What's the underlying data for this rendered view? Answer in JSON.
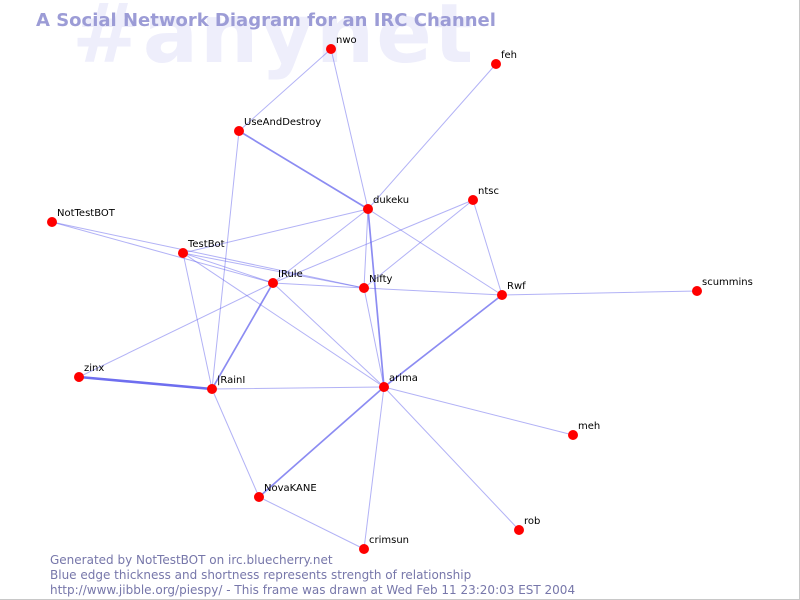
{
  "watermark": "#anynet",
  "title": "A Social Network Diagram for an IRC Channel",
  "footer": {
    "line1": "Generated by NotTestBOT on irc.bluecherry.net",
    "line2": "Blue edge thickness and shortness represents strength of relationship",
    "line3": "http://www.jibble.org/piespy/ - This frame was drawn at Wed Feb 11 23:20:03 EST 2004"
  },
  "colors": {
    "node": "#ff0000",
    "edge": "#6666ee",
    "title": "#9c9cd6",
    "watermark": "#eeeefb",
    "footer": "#7777aa"
  },
  "nodes": [
    {
      "id": "nwo",
      "label": "nwo"
    },
    {
      "id": "feh",
      "label": "feh"
    },
    {
      "id": "UseAndDestroy",
      "label": "UseAndDestroy"
    },
    {
      "id": "dukeku",
      "label": "dukeku"
    },
    {
      "id": "ntsc",
      "label": "ntsc"
    },
    {
      "id": "NotTestBOT",
      "label": "NotTestBOT"
    },
    {
      "id": "TestBot",
      "label": "TestBot"
    },
    {
      "id": "IRule",
      "label": "IRule"
    },
    {
      "id": "Nifty",
      "label": "Nifty"
    },
    {
      "id": "Rwf",
      "label": "Rwf"
    },
    {
      "id": "scummins",
      "label": "scummins"
    },
    {
      "id": "zinx",
      "label": "zinx"
    },
    {
      "id": "IRainI",
      "label": "|RainI"
    },
    {
      "id": "arima",
      "label": "arima"
    },
    {
      "id": "meh",
      "label": "meh"
    },
    {
      "id": "NovaKANE",
      "label": "NovaKANE"
    },
    {
      "id": "rob",
      "label": "rob"
    },
    {
      "id": "crimsun",
      "label": "crimsun"
    }
  ],
  "edges": [
    {
      "from": "nwo",
      "to": "UseAndDestroy",
      "strength": 1
    },
    {
      "from": "nwo",
      "to": "dukeku",
      "strength": 1
    },
    {
      "from": "feh",
      "to": "dukeku",
      "strength": 1
    },
    {
      "from": "UseAndDestroy",
      "to": "dukeku",
      "strength": 2
    },
    {
      "from": "UseAndDestroy",
      "to": "IRainI",
      "strength": 1
    },
    {
      "from": "dukeku",
      "to": "IRule",
      "strength": 1
    },
    {
      "from": "dukeku",
      "to": "arima",
      "strength": 2
    },
    {
      "from": "dukeku",
      "to": "Rwf",
      "strength": 1
    },
    {
      "from": "dukeku",
      "to": "Nifty",
      "strength": 1
    },
    {
      "from": "dukeku",
      "to": "TestBot",
      "strength": 1
    },
    {
      "from": "ntsc",
      "to": "IRule",
      "strength": 1
    },
    {
      "from": "ntsc",
      "to": "Nifty",
      "strength": 1
    },
    {
      "from": "ntsc",
      "to": "Rwf",
      "strength": 1
    },
    {
      "from": "NotTestBOT",
      "to": "IRule",
      "strength": 1
    },
    {
      "from": "NotTestBOT",
      "to": "Nifty",
      "strength": 1
    },
    {
      "from": "TestBot",
      "to": "IRule",
      "strength": 1
    },
    {
      "from": "TestBot",
      "to": "Nifty",
      "strength": 1
    },
    {
      "from": "TestBot",
      "to": "arima",
      "strength": 1
    },
    {
      "from": "TestBot",
      "to": "IRainI",
      "strength": 1
    },
    {
      "from": "IRule",
      "to": "Nifty",
      "strength": 1
    },
    {
      "from": "IRule",
      "to": "IRainI",
      "strength": 2
    },
    {
      "from": "IRule",
      "to": "arima",
      "strength": 1
    },
    {
      "from": "IRule",
      "to": "zinx",
      "strength": 1
    },
    {
      "from": "Nifty",
      "to": "Rwf",
      "strength": 1
    },
    {
      "from": "Nifty",
      "to": "arima",
      "strength": 1
    },
    {
      "from": "Rwf",
      "to": "scummins",
      "strength": 1
    },
    {
      "from": "Rwf",
      "to": "arima",
      "strength": 2
    },
    {
      "from": "zinx",
      "to": "IRainI",
      "strength": 3
    },
    {
      "from": "IRainI",
      "to": "arima",
      "strength": 1
    },
    {
      "from": "IRainI",
      "to": "NovaKANE",
      "strength": 1
    },
    {
      "from": "arima",
      "to": "meh",
      "strength": 1
    },
    {
      "from": "arima",
      "to": "rob",
      "strength": 1
    },
    {
      "from": "arima",
      "to": "NovaKANE",
      "strength": 2
    },
    {
      "from": "arima",
      "to": "crimsun",
      "strength": 1
    },
    {
      "from": "NovaKANE",
      "to": "crimsun",
      "strength": 1
    }
  ]
}
